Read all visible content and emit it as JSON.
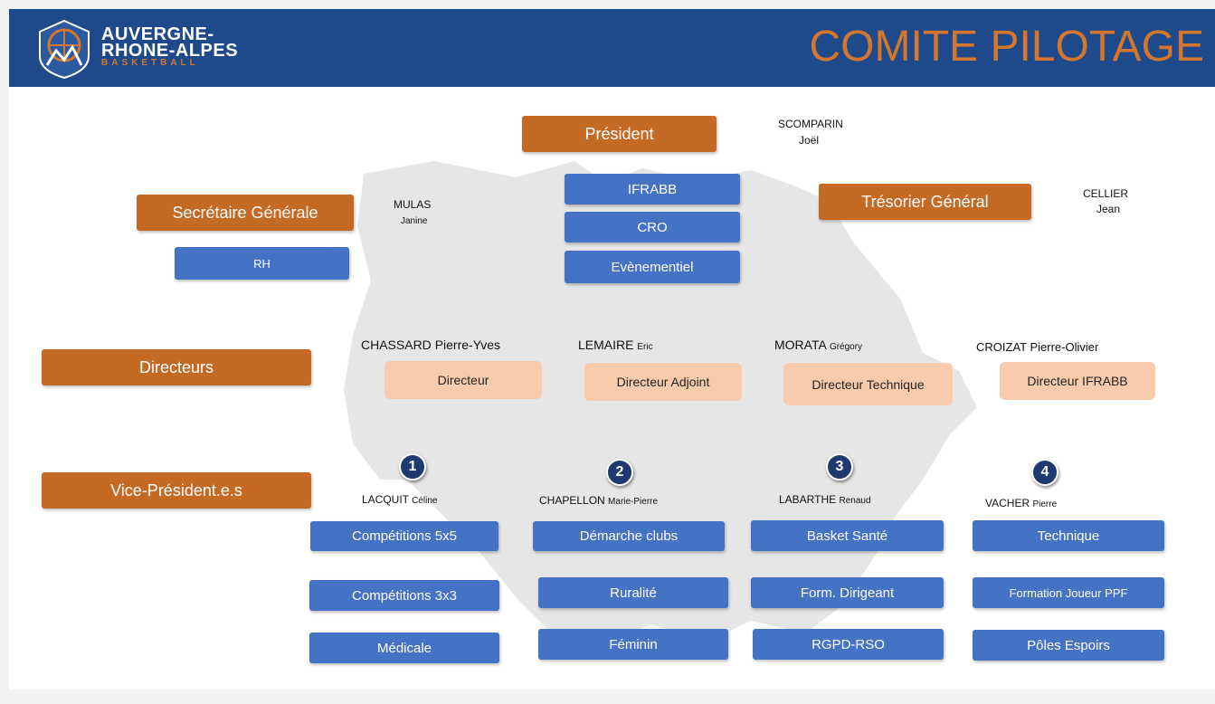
{
  "header": {
    "logo_line1": "AUVERGNE-",
    "logo_line2": "RHONE-ALPES",
    "logo_line3": "BASKETBALL",
    "title": "COMITE PILOTAGE"
  },
  "president": {
    "role": "Président",
    "surname": "SCOMPARIN",
    "firstname": "Joël"
  },
  "president_services": [
    "IFRABB",
    "CRO",
    "Evènementiel"
  ],
  "secretary": {
    "role": "Secrétaire Générale",
    "surname": "MULAS",
    "firstname": "Janine",
    "service": "RH"
  },
  "treasurer": {
    "role": "Trésorier Général",
    "surname": "CELLIER",
    "firstname": "Jean"
  },
  "directors": {
    "label": "Directeurs",
    "items": [
      {
        "surname": "CHASSARD",
        "firstname": "Pierre-Yves",
        "title": "Directeur"
      },
      {
        "surname": "LEMAIRE",
        "firstname": "Eric",
        "title": "Directeur Adjoint"
      },
      {
        "surname": "MORATA",
        "firstname": "Grégory",
        "title": "Directeur Technique"
      },
      {
        "surname": "CROIZAT",
        "firstname": "Pierre-Olivier",
        "title": "Directeur IFRABB"
      }
    ]
  },
  "vice_presidents": {
    "label": "Vice-Président.e.s",
    "items": [
      {
        "number": "1",
        "surname": "LACQUIT",
        "firstname": "Céline",
        "roles": [
          "Compétitions 5x5",
          "Compétitions 3x3",
          "Médicale"
        ]
      },
      {
        "number": "2",
        "surname": "CHAPELLON",
        "firstname": "Marie-Pierre",
        "roles": [
          "Démarche clubs",
          "Ruralité",
          "Féminin"
        ]
      },
      {
        "number": "3",
        "surname": "LABARTHE",
        "firstname": "Renaud",
        "roles": [
          "Basket Santé",
          "Form. Dirigeant",
          "RGPD-RSO"
        ]
      },
      {
        "number": "4",
        "surname": "VACHER",
        "firstname": "Pierre",
        "roles": [
          "Technique",
          "Formation Joueur PPF",
          "Pôles Espoirs"
        ]
      }
    ]
  },
  "colors": {
    "header": "#1e4a8c",
    "accent_orange": "#c46a24",
    "blue": "#4472c4",
    "peach": "#f8cbad",
    "map": "#e6e6e6"
  }
}
